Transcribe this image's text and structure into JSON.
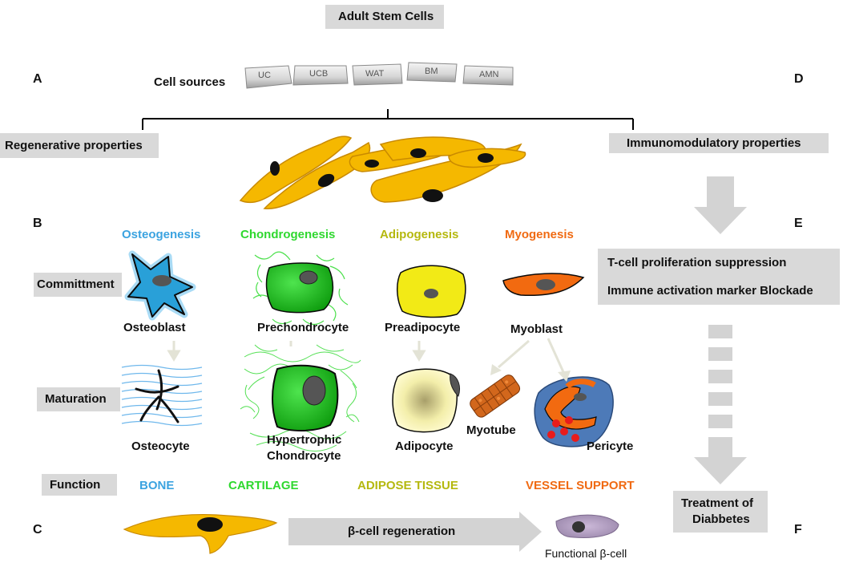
{
  "title": "Adult Stem Cells",
  "panel_letters": [
    "A",
    "B",
    "C",
    "D",
    "E",
    "F"
  ],
  "cell_sources": {
    "label": "Cell sources",
    "chips": [
      "UC",
      "UCB",
      "WAT",
      "BM",
      "AMN"
    ]
  },
  "regenerative_label": "Regenerative properties",
  "immunomodulatory_label": "Immunomodulatory properties",
  "stages": {
    "commitment": "Committment",
    "maturation": "Maturation",
    "function": "Function"
  },
  "lineages": [
    {
      "name": "Osteogenesis",
      "color": "#3ba3e0",
      "progenitor": "Osteoblast",
      "mature": "Osteocyte",
      "function": "BONE"
    },
    {
      "name": "Chondrogenesis",
      "color": "#2fd82f",
      "progenitor": "Prechondrocyte",
      "mature_line1": "Hypertrophic",
      "mature_line2": "Chondrocyte",
      "function": "CARTILAGE"
    },
    {
      "name": "Adipogenesis",
      "color": "#b5b80f",
      "progenitor": "Preadipocyte",
      "mature": "Adipocyte",
      "function": "ADIPOSE TISSUE"
    },
    {
      "name": "Myogenesis",
      "color": "#f06a12",
      "progenitor": "Myoblast",
      "mature_a": "Myotube",
      "mature_b": "Pericyte",
      "function": "VESSEL SUPPORT"
    }
  ],
  "immune_effects": [
    "T-cell proliferation suppression",
    "Immune activation marker Blockade"
  ],
  "treatment_line1": "Treatment of",
  "treatment_line2": "Diabbetes",
  "beta_regeneration": "β-cell regeneration",
  "functional_beta": "Functional β-cell",
  "colors": {
    "stem_cell": "#f5b800",
    "stem_cell_edge": "#c98a00",
    "nucleus": "#111111",
    "box_gray": "#d9d9d9",
    "arrow_gray": "#d3d3d3"
  }
}
